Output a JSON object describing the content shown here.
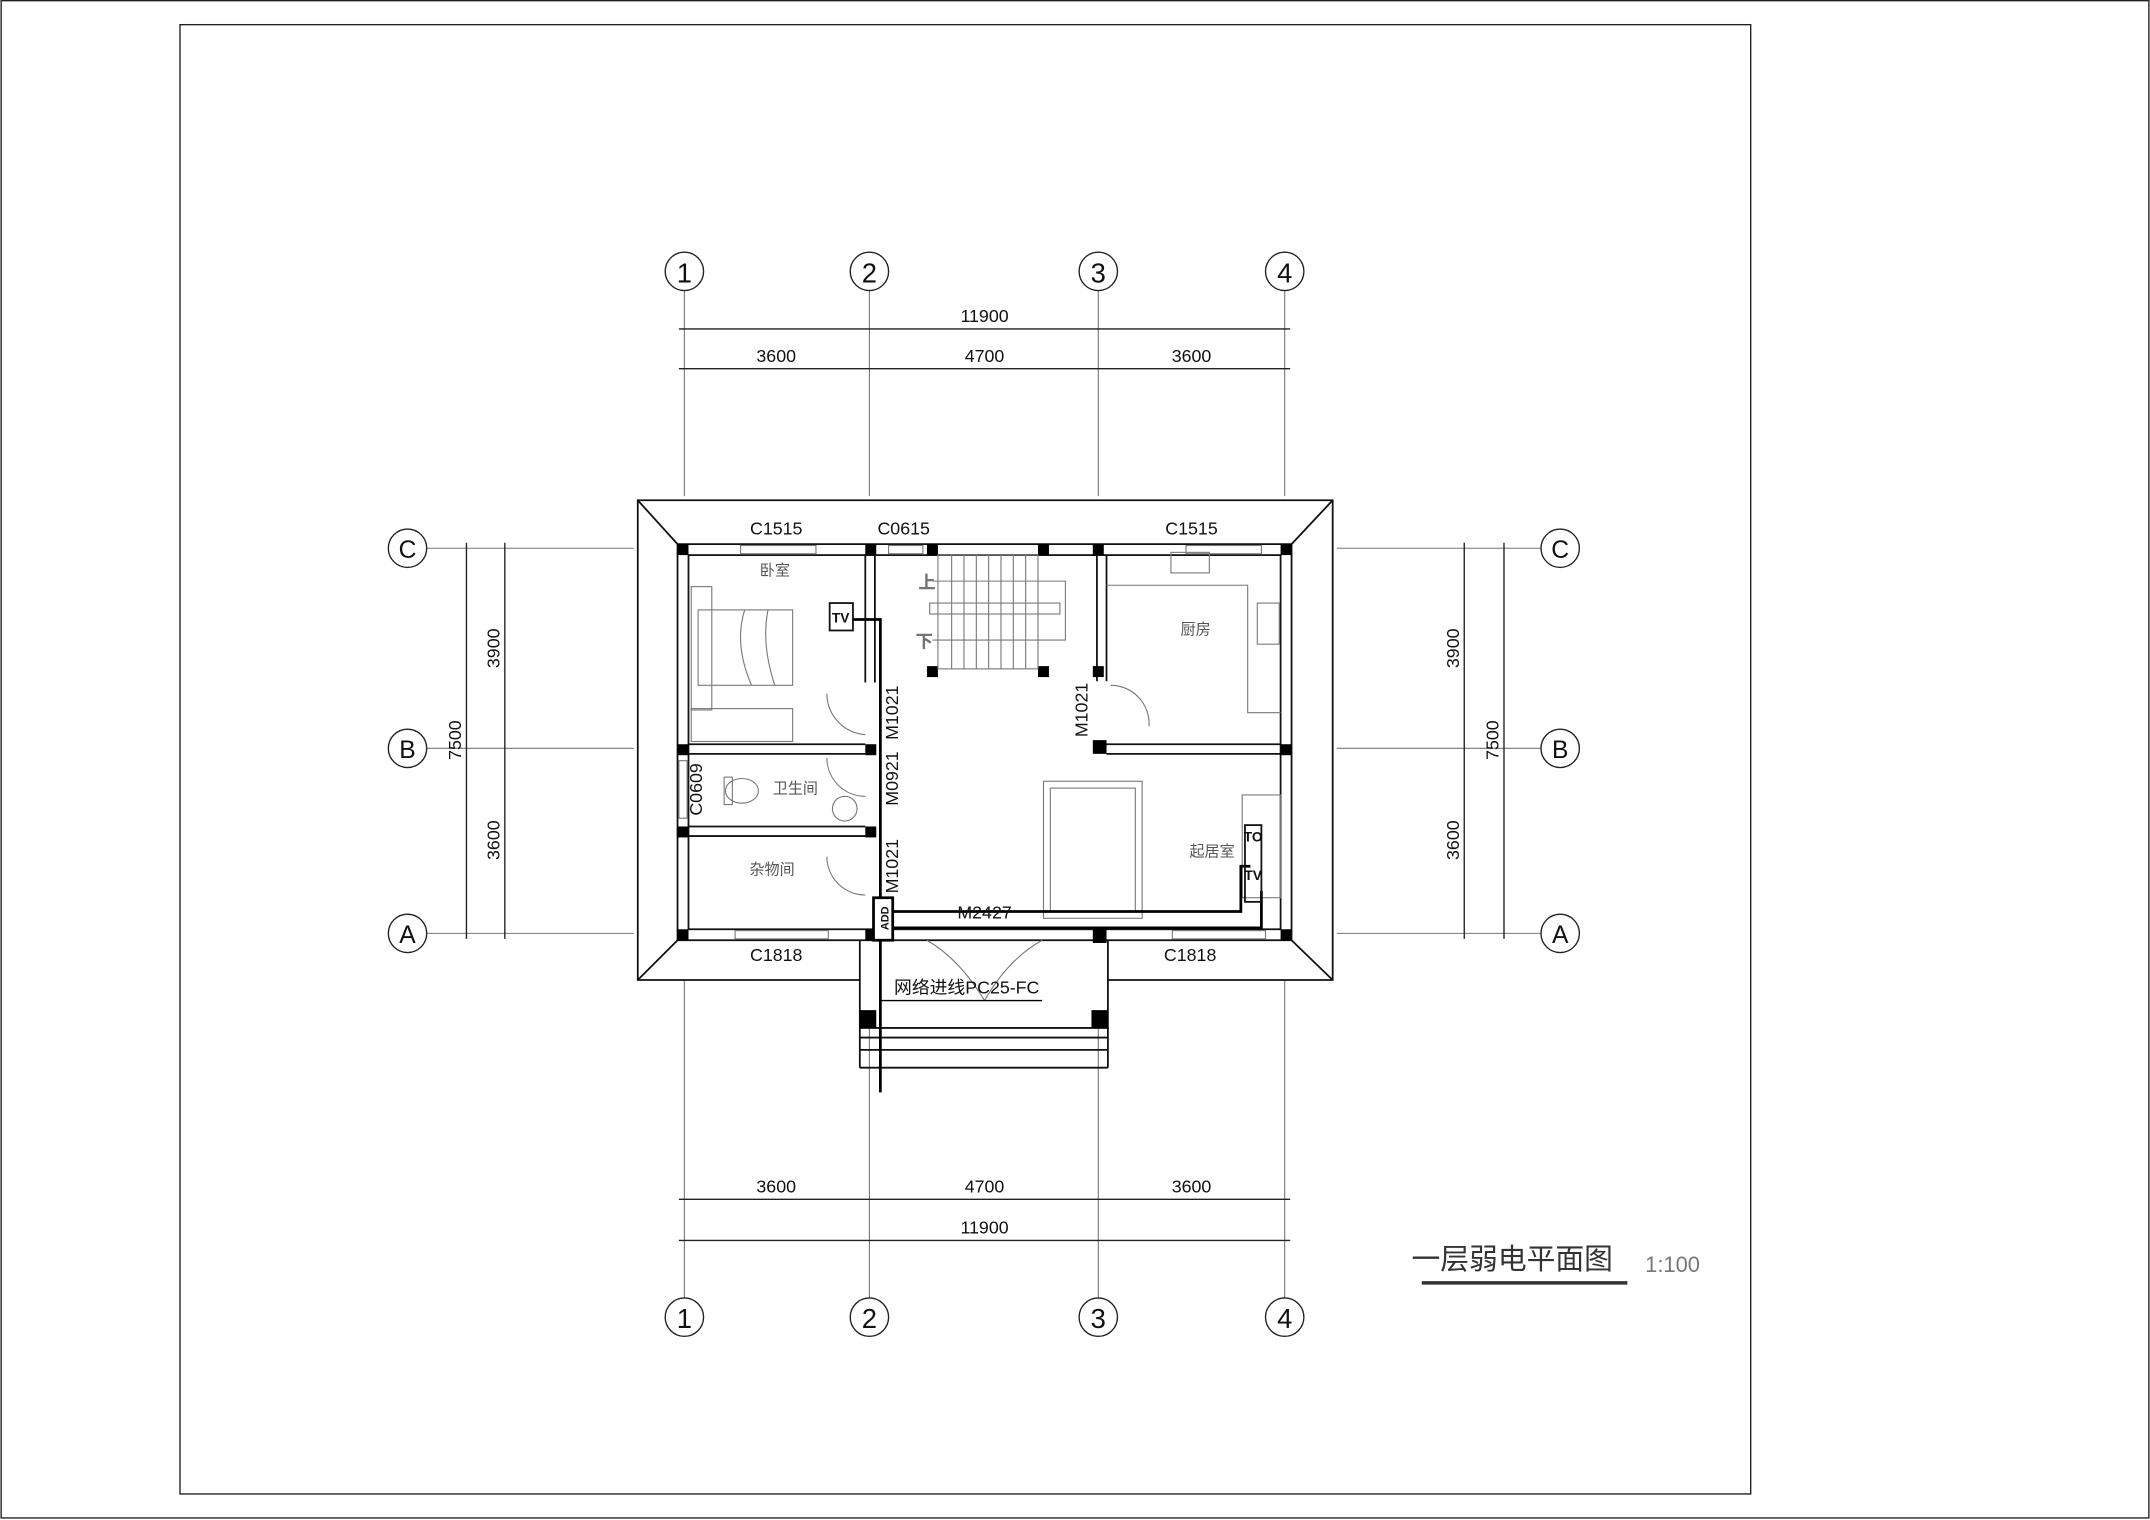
{
  "drawing": {
    "title": "一层弱电平面图",
    "scale": "1:100",
    "axes_x": [
      "1",
      "2",
      "3",
      "4"
    ],
    "axes_y": [
      "C",
      "B",
      "A"
    ],
    "dims_top": {
      "total": "11900",
      "segments": [
        "3600",
        "4700",
        "3600"
      ]
    },
    "dims_bottom": {
      "total": "11900",
      "segments": [
        "3600",
        "4700",
        "3600"
      ]
    },
    "dims_left": {
      "total": "7500",
      "segments": [
        "3900",
        "3600"
      ]
    },
    "dims_right": {
      "total": "7500",
      "segments": [
        "3900",
        "3600"
      ]
    },
    "windows": {
      "top_left": "C1515",
      "top_mid": "C0615",
      "top_right": "C1515",
      "bottom_left": "C1818",
      "bottom_right": "C1818",
      "bath": "C0609"
    },
    "doors": {
      "bedroom": "M1021",
      "bath": "M0921",
      "storage": "M1021",
      "kitchen": "M1021",
      "entry": "M2427"
    },
    "rooms": {
      "bedroom": "卧室",
      "bath": "卫生间",
      "storage": "杂物间",
      "kitchen": "厨房",
      "living": "起居室"
    },
    "stair": {
      "up": "上",
      "down": "下"
    },
    "outlets": {
      "bedroom_tv": "TV",
      "living_to": "TO",
      "living_tv": "TV",
      "distribution_box": "ADD"
    },
    "incoming_line": "网络进线PC25-FC"
  }
}
